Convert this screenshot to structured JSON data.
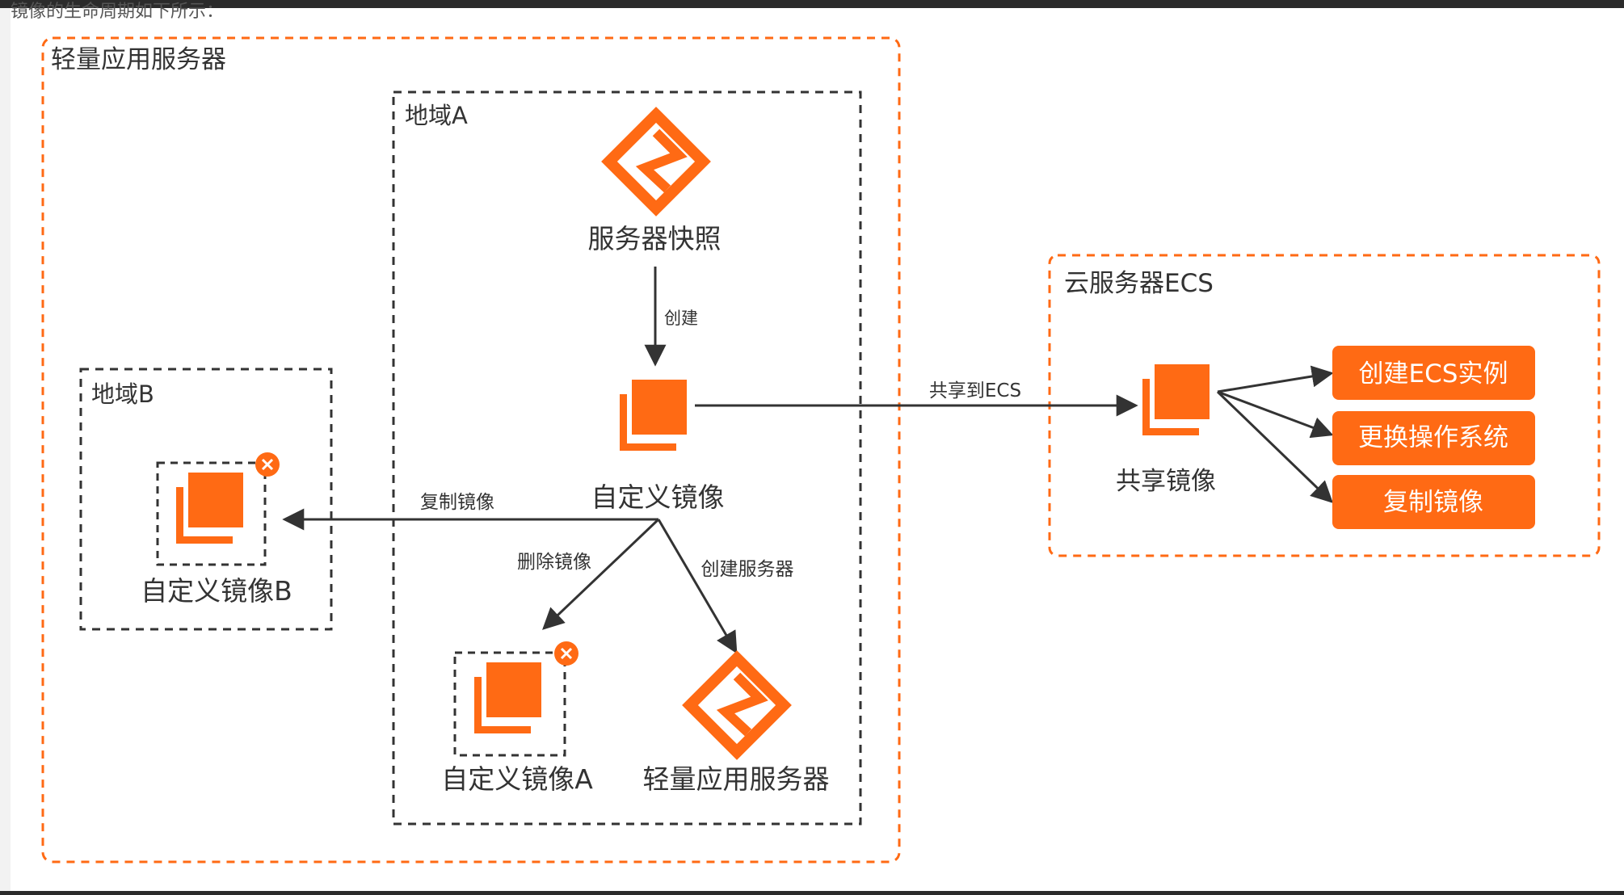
{
  "top_partial_text": "镜像的生命周期如下所示：",
  "colors": {
    "orange": "#FF6A14",
    "dash_black": "#333333",
    "text": "#333333"
  },
  "groups": {
    "swas": "轻量应用服务器",
    "region_a": "地域A",
    "region_b": "地域B",
    "ecs": "云服务器ECS"
  },
  "nodes": {
    "snapshot": "服务器快照",
    "custom_image": "自定义镜像",
    "custom_image_b": "自定义镜像B",
    "custom_image_a": "自定义镜像A",
    "swas_server": "轻量应用服务器",
    "shared_image": "共享镜像"
  },
  "edges": {
    "create": "创建",
    "share_to_ecs": "共享到ECS",
    "copy_image": "复制镜像",
    "delete_image": "删除镜像",
    "create_server": "创建服务器"
  },
  "actions": {
    "create_ecs": "创建ECS实例",
    "replace_os": "更换操作系统",
    "copy_image": "复制镜像"
  },
  "icons": {
    "snapshot": "swas-logo-icon",
    "server": "swas-logo-icon",
    "image": "stacked-image-icon",
    "deleted": "close-circle-icon"
  }
}
